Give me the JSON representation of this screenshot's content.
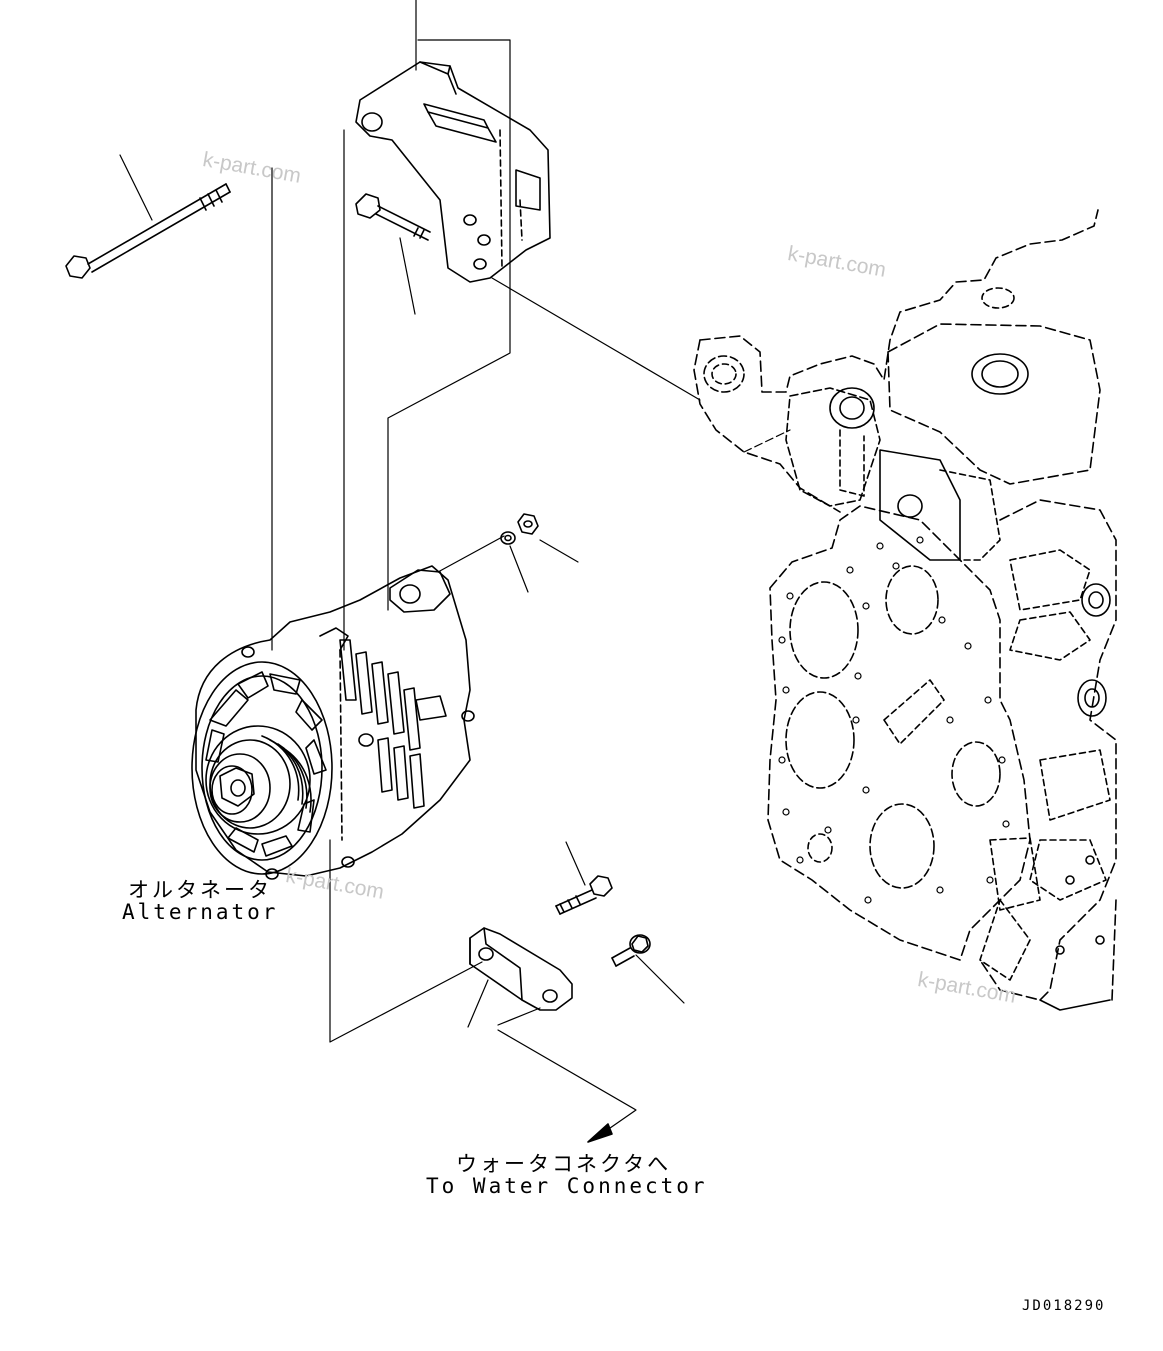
{
  "labels": {
    "alternator_jp": "オルタネータ",
    "alternator_en": "Alternator",
    "water_jp": "ウォータコネクタへ",
    "water_en": "To Water Connector"
  },
  "watermark": "k-part.com",
  "drawing_code": "JD018290"
}
